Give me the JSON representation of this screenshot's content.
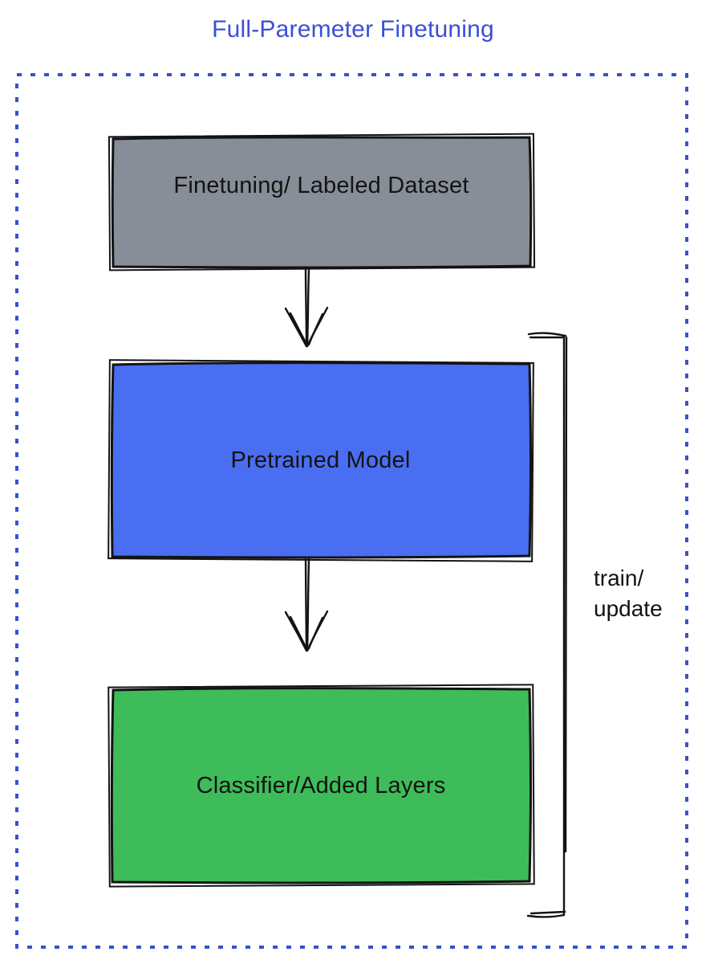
{
  "title": "Full-Paremeter Finetuning",
  "colors": {
    "title_text": "#3b50d5",
    "dotted_border": "#3a50cb",
    "box_stroke": "#131313",
    "label_text": "#131313",
    "dataset_fill": "#878e97",
    "pretrained_fill": "#4a6ef1",
    "classifier_fill": "#3ebc59"
  },
  "boxes": [
    {
      "id": "dataset",
      "label": "Finetuning/ Labeled Dataset"
    },
    {
      "id": "pretrained",
      "label": "Pretrained Model"
    },
    {
      "id": "classifier",
      "label": "Classifier/Added Layers"
    }
  ],
  "bracket": {
    "label_line1": "train/",
    "label_line2": "update"
  }
}
